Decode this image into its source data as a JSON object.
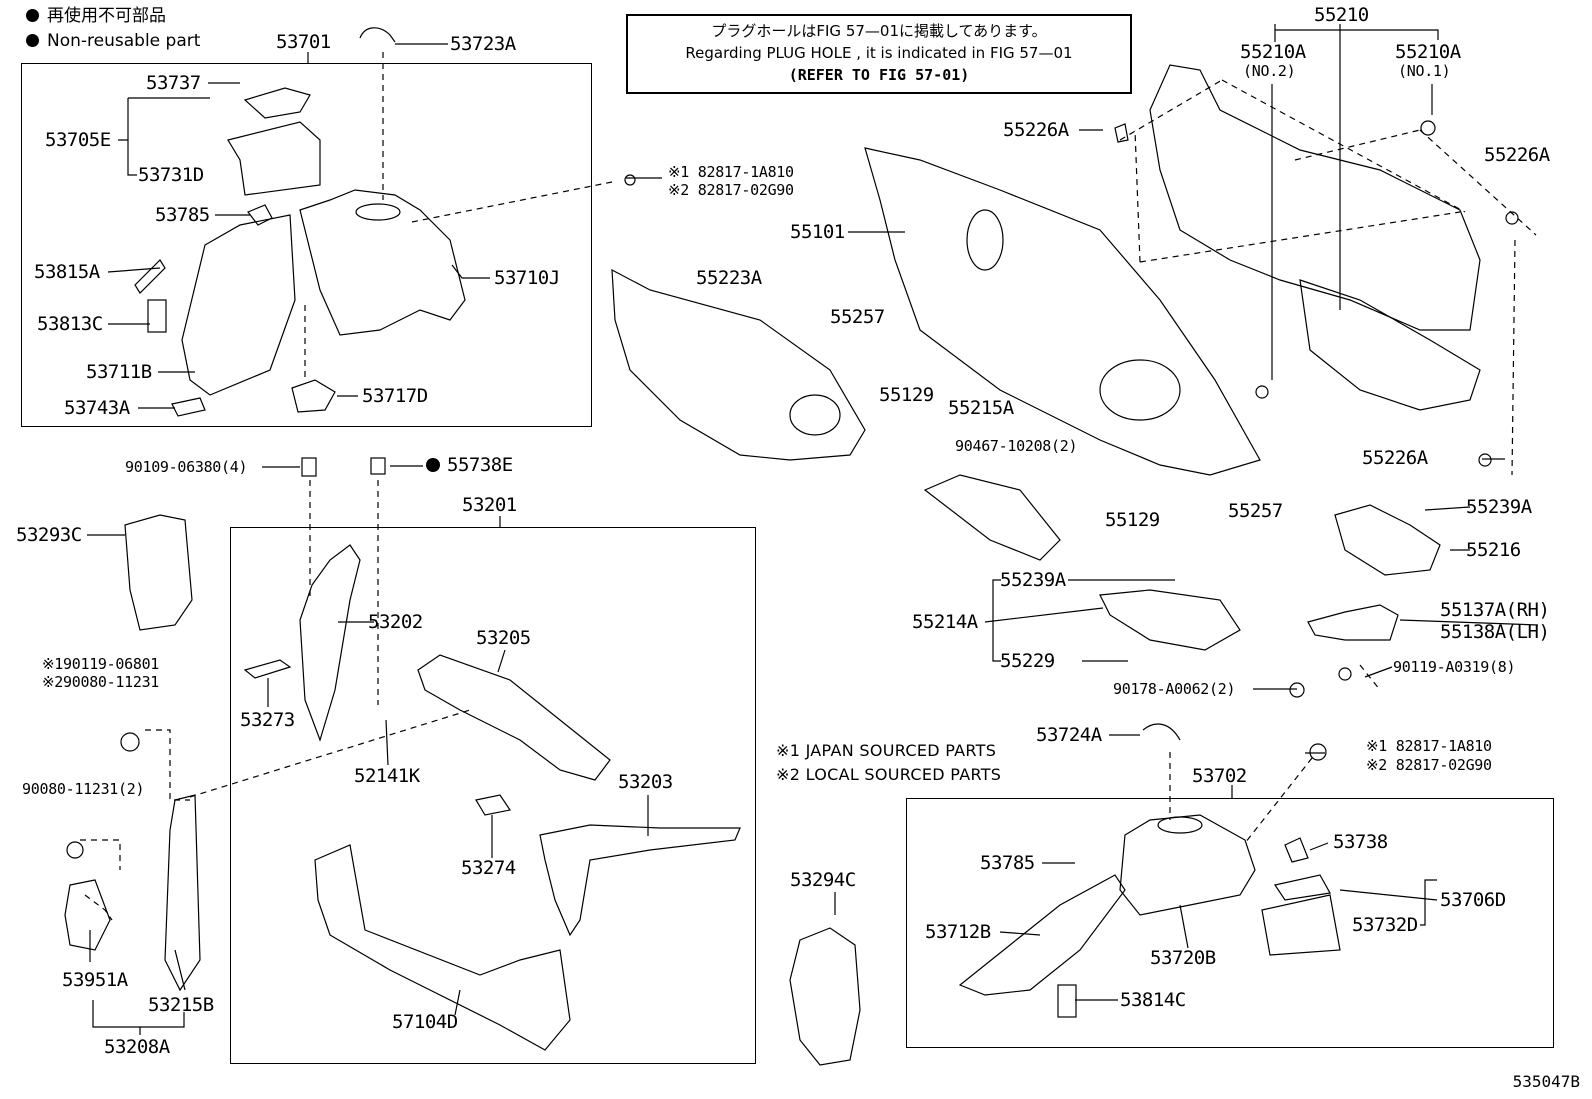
{
  "legend": {
    "line1": "再使用不可部品",
    "line2": "Non-reusable part"
  },
  "note": {
    "line1": "プラグホールはFIG 57—01に掲載してあります。",
    "line2": "Regarding  PLUG  HOLE , it is indicated in FIG 57—01",
    "line3": "(REFER TO FIG 57-01)"
  },
  "sourced": {
    "s1": "※1 JAPAN SOURCED PARTS",
    "s2": "※2 LOCAL SOURCED PARTS"
  },
  "doc_number": "535047B",
  "parts": {
    "p53701": "53701",
    "p53723A": "53723A",
    "p53737": "53737",
    "p53705E": "53705E",
    "p53731D": "53731D",
    "p53785a": "53785",
    "p53815A": "53815A",
    "p53813C": "53813C",
    "p53711B": "53711B",
    "p53743A": "53743A",
    "p53717D": "53717D",
    "p53710J": "53710J",
    "p82817a1": "※1 82817-1A810",
    "p82817a2": "※2 82817-02G90",
    "p55223A": "55223A",
    "p55101": "55101",
    "p55257a": "55257",
    "p55129a": "55129",
    "p55215A": "55215A",
    "p90467": "90467-10208(2)",
    "p55129b": "55129",
    "p55257b": "55257",
    "p55210": "55210",
    "p55210A2": "55210A",
    "p55210A2n": "(NO.2)",
    "p55210A1": "55210A",
    "p55210A1n": "(NO.1)",
    "p55226A1": "55226A",
    "p55226A2": "55226A",
    "p55226A3": "55226A",
    "p55239A1": "55239A",
    "p55216": "55216",
    "p55239A2": "55239A",
    "p55214A": "55214A",
    "p55229": "55229",
    "p90178": "90178-A0062(2)",
    "p55137A": "55137A(RH)",
    "p55138A": "55138A(LH)",
    "p90119": "90119-A0319(8)",
    "p90109": "90109-06380(4)",
    "p55738E": "55738E",
    "p53201": "53201",
    "p53293C": "53293C",
    "p53202": "53202",
    "p53205": "53205",
    "p53273": "53273",
    "p52141K": "52141K",
    "p90119b1": "※190119-06801",
    "p90080b2": "※290080-11231",
    "p90080": "90080-11231(2)",
    "p53203": "53203",
    "p53274": "53274",
    "p53951A": "53951A",
    "p53215B": "53215B",
    "p53208A": "53208A",
    "p57104D": "57104D",
    "p53294C": "53294C",
    "p53724A": "53724A",
    "p53702": "53702",
    "p82817b1": "※1 82817-1A810",
    "p82817b2": "※2 82817-02G90",
    "p53785b": "53785",
    "p53738": "53738",
    "p53706D": "53706D",
    "p53712B": "53712B",
    "p53732D": "53732D",
    "p53720B": "53720B",
    "p53814C": "53814C"
  }
}
